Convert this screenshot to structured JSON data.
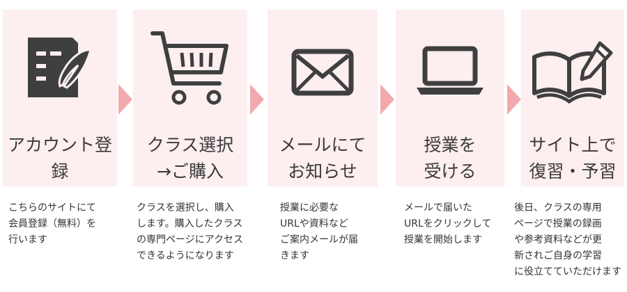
{
  "colors": {
    "card_bg": "#fdeeef",
    "arrow": "#f2a9ae",
    "icon": "#3f3f3f",
    "text": "#333333"
  },
  "steps": [
    {
      "icon": "document-quill-icon",
      "title": "アカウント登録",
      "desc": "こちらのサイトにて\n会員登録（無料）を\n行います"
    },
    {
      "icon": "shopping-cart-icon",
      "title": "クラス選択\n→ご購入",
      "desc": "クラスを選択し、購入\nします。購入したクラス\nの専門ページにアクセス\nできるようになります"
    },
    {
      "icon": "envelope-icon",
      "title": "メールにて\nお知らせ",
      "desc": "授業に必要な\nURLや資料など\nご案内メールが届\nきます"
    },
    {
      "icon": "laptop-icon",
      "title": "授業を\n受ける",
      "desc": "メールで届いた\nURLをクリックして\n授業を開始します"
    },
    {
      "icon": "book-pencil-icon",
      "title": "サイト上で\n復習・予習",
      "desc": "後日、クラスの専用\nページで授業の録画\nや参考資料などが更\n新されご自身の学習\nに役立てていただけます"
    }
  ]
}
